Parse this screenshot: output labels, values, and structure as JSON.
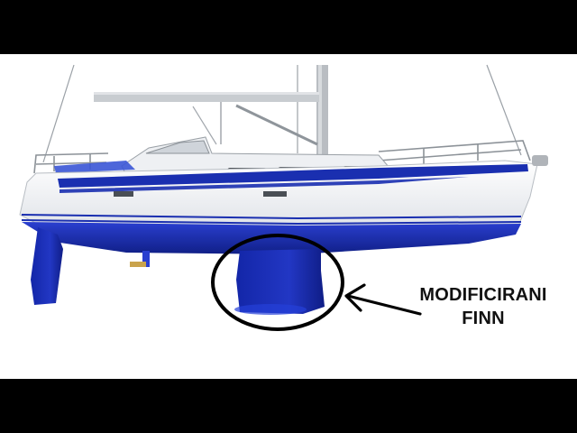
{
  "annotation": {
    "line1": "MODIFICIRANI",
    "line2": "FINN"
  },
  "colors": {
    "letterbox": "#000000",
    "background": "#ffffff",
    "hull_bottom": "#1a2fb0",
    "hull_stripe": "#1a2fb0",
    "hull_white": "#f4f5f7",
    "mast": "#b9bdc2",
    "outline": "#000000"
  },
  "icons": [
    "sailboat-illustration",
    "highlight-circle",
    "arrow-icon"
  ]
}
